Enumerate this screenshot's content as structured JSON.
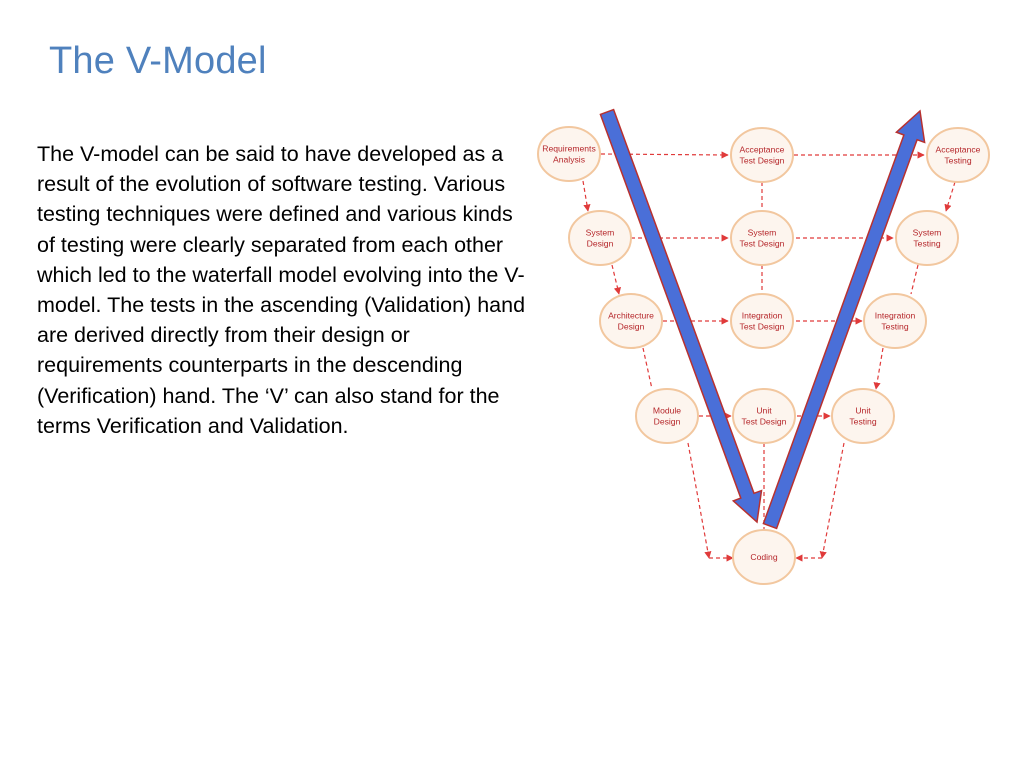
{
  "slide": {
    "title": "The V-Model",
    "body": "The V-model can be said to have developed as a result of the evolution of software testing. Various testing techniques were defined and various kinds of testing were clearly separated from each other which led to the waterfall model evolving into the V-model. The tests in the ascending (Validation) hand are derived directly from their design or requirements counterparts in the descending (Verification) hand. The ‘V’ can also stand for the terms Verification and Validation."
  },
  "diagram": {
    "nodes": {
      "requirements_analysis": [
        "Requirements",
        "Analysis"
      ],
      "acceptance_test_design": [
        "Acceptance",
        "Test Design"
      ],
      "acceptance_testing": [
        "Acceptance",
        "Testing"
      ],
      "system_design": [
        "System",
        "Design"
      ],
      "system_test_design": [
        "System",
        "Test Design"
      ],
      "system_testing": [
        "System",
        "Testing"
      ],
      "architecture_design": [
        "Architecture",
        "Design"
      ],
      "integration_test_design": [
        "Integration",
        "Test Design"
      ],
      "integration_testing": [
        "Integration",
        "Testing"
      ],
      "module_design": [
        "Module",
        "Design"
      ],
      "unit_test_design": [
        "Unit",
        "Test Design"
      ],
      "unit_testing": [
        "Unit",
        "Testing"
      ],
      "coding": [
        "Coding"
      ]
    },
    "colors": {
      "node_fill": "#fdf5ee",
      "node_border": "#f2c79f",
      "node_text": "#b5272b",
      "connector": "#e03a3a",
      "big_arrow_fill": "#4a6fd8",
      "big_arrow_border": "#b8312f",
      "title": "#4f81bd"
    }
  }
}
